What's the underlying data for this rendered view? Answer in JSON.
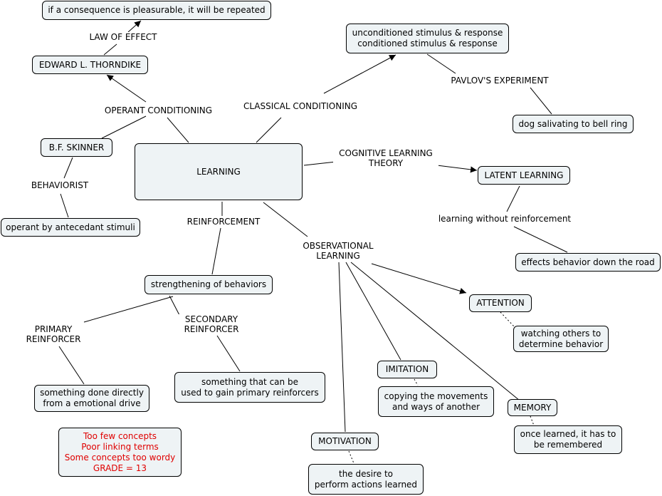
{
  "nodes": {
    "learning": "LEARNING",
    "law_result": "if a consequence is pleasurable, it will be repeated",
    "thorndike": "EDWARD L. THORNDIKE",
    "skinner": "B.F. SKINNER",
    "operant_stimuli": "operant by antecedant stimuli",
    "ucs": "unconditioned stimulus & response\nconditioned stimulus & response",
    "dog": "dog salivating to bell ring",
    "latent": "LATENT LEARNING",
    "effects": "effects behavior down the road",
    "strengthening": "strengthening of behaviors",
    "primary_desc": "something done directly\nfrom a emotional drive",
    "secondary_desc": "something that can be\nused to gain primary reinforcers",
    "attention": "ATTENTION",
    "watching": "watching others to\ndetermine behavior",
    "imitation": "IMITATION",
    "copying": "copying the movements\nand ways of another",
    "memory": "MEMORY",
    "remembered": "once learned, it has to\nbe remembered",
    "motivation": "MOTIVATION",
    "desire": "the desire to\nperform actions learned",
    "grade_note": "Too few concepts\nPoor linking terms\nSome concepts too wordy\nGRADE = 13"
  },
  "links": {
    "law_of_effect": "LAW OF EFFECT",
    "operant": "OPERANT CONDITIONING",
    "classical": "CLASSICAL CONDITIONING",
    "pavlov": "PAVLOV'S EXPERIMENT",
    "cognitive": "COGNITIVE LEARNING\nTHEORY",
    "without_reinforcement": "learning without reinforcement",
    "behaviorist": "BEHAVIORIST",
    "reinforcement": "REINFORCEMENT",
    "observational": "OBSERVATIONAL\nLEARNING",
    "primary": "PRIMARY\nREINFORCER",
    "secondary": "SECONDARY\nREINFORCER"
  },
  "colors": {
    "node_fill": "#eef3f5",
    "line": "#000000",
    "note_text": "#e00000"
  }
}
